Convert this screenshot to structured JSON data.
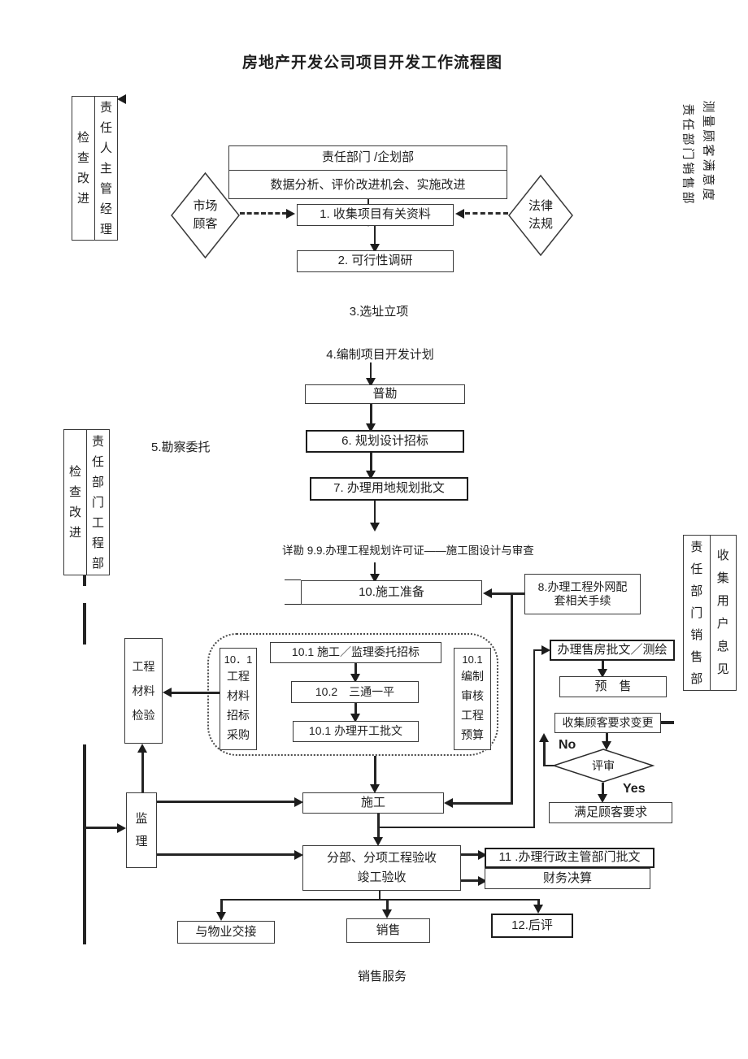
{
  "title": "房地产开发公司项目开发工作流程图",
  "sidebars": {
    "top_left": {
      "check": "检查改进",
      "role": "责任人主管经理"
    },
    "mid_left": {
      "check": "检查改进",
      "role": "责任部门工程部"
    },
    "right_box": {
      "role": "责任部门销售部",
      "note": "收集用户息见"
    },
    "rotated_outer": "测量顾客满意度",
    "rotated_inner": "责任部门销售部"
  },
  "nodes": {
    "dept_header_title": "责任部门 /企划部",
    "dept_header_body": "数据分析、评价改进机会、实施改进",
    "market_line1": "市场",
    "market_line2": "顾客",
    "law_line1": "法律",
    "law_line2": "法规",
    "step1": "1. 收集项目有关资料",
    "step2": "2. 可行性调研",
    "step3": "3.选址立项",
    "step4": "4.编制项目开发计划",
    "survey": "普勘",
    "step5": "5.勘察委托",
    "step6": "6. 规划设计招标",
    "step7": "7. 办理用地规划批文",
    "step9": "详勘 9.9.办理工程规划许可证——施工图设计与审查",
    "step10": "10.施工准备",
    "step8_line1": "8.办理工程外网配",
    "step8_line2": "套相关手续",
    "bid_construction": "10.1 施工／监理委托招标",
    "santong": "10.2　三通一平",
    "kaigong": "10.1 办理开工批文",
    "material_bid_no": "10．1",
    "material_bid_text": "工程材料招标采购",
    "budget_no": "10.1",
    "budget_text": "编制审核工程预算",
    "material_test": "工程材料检验",
    "supervision": "监理",
    "construction": "施工",
    "sales_permit": "办理售房批文／测绘",
    "presale": "预　售",
    "collect_change": "收集顾客要求变更",
    "review": "评审",
    "no": "No",
    "yes": "Yes",
    "satisfy": "满足顾客要求",
    "acceptance_line1": "分部、分项工程验收",
    "acceptance_line2": "竣工验收",
    "step11": "11 .办理行政主管部门批文",
    "finance": "财务决算",
    "property": "与物业交接",
    "sales": "销售",
    "step12": "12.后评",
    "sales_service": "销售服务"
  },
  "colors": {
    "line": "#242424",
    "border": "#3a3a3a",
    "background": "#ffffff"
  }
}
